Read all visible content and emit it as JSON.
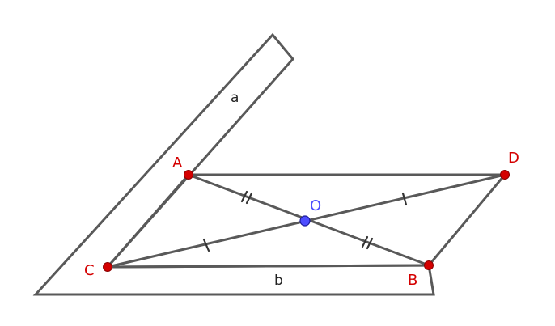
{
  "diagram": {
    "ruler_labels": {
      "a": "a",
      "b": "b"
    },
    "points": {
      "A": {
        "label": "A",
        "color": "#d40000"
      },
      "B": {
        "label": "B",
        "color": "#d40000"
      },
      "C": {
        "label": "C",
        "color": "#d40000"
      },
      "D": {
        "label": "D",
        "color": "#d40000"
      },
      "O": {
        "label": "O",
        "color": "#4d4dff"
      }
    },
    "line_color": "#595959"
  }
}
